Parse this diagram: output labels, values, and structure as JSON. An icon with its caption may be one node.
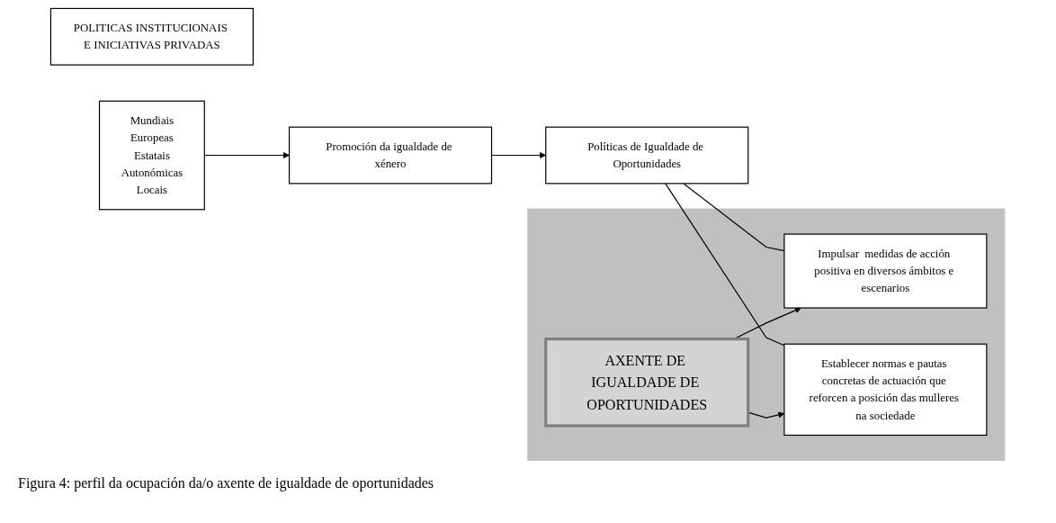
{
  "diagram": {
    "caption": "Figura 4: perfil da ocupación da/o axente de igualdade de oportunidades",
    "nodes": [
      {
        "text": [
          "POLITICAS INSTITUCIONAIS E INICIATIVAS PRIVADAS"
        ]
      },
      {
        "text": [
          "Mundiais",
          "Europeas",
          "Estatais",
          "Autonómicas",
          "Locais"
        ]
      },
      {
        "text": [
          "Promoción da igualdade de xénero"
        ]
      },
      {
        "text": [
          "Políticas de Igualdade de Oportunidades"
        ]
      },
      {
        "text": [],
        "shape": "box"
      },
      {
        "text": [
          "Impulsar  medidas de acción positiva en diversos ámbitos e escenarios"
        ],
        "in": 4
      },
      {
        "text": [
          "AXENTE DE IGUALDADE DE OPORTUNIDADES"
        ],
        "in": 4
      },
      {
        "text": [
          "Establecer normas e pautas concretas de actuación que reforcen a posición das mulleres na sociedade"
        ],
        "in": 4
      }
    ],
    "edges": [
      {
        "from": 1,
        "to": 2,
        "arrow": "to"
      },
      {
        "from": 2,
        "to": 3,
        "arrow": "to"
      },
      {
        "from": 3,
        "to": 5,
        "arrow": "none"
      },
      {
        "from": 3,
        "to": 7,
        "arrow": "none"
      },
      {
        "from": 6,
        "to": 5,
        "arrow": "to"
      },
      {
        "from": 6,
        "to": 7,
        "arrow": "to"
      }
    ]
  }
}
